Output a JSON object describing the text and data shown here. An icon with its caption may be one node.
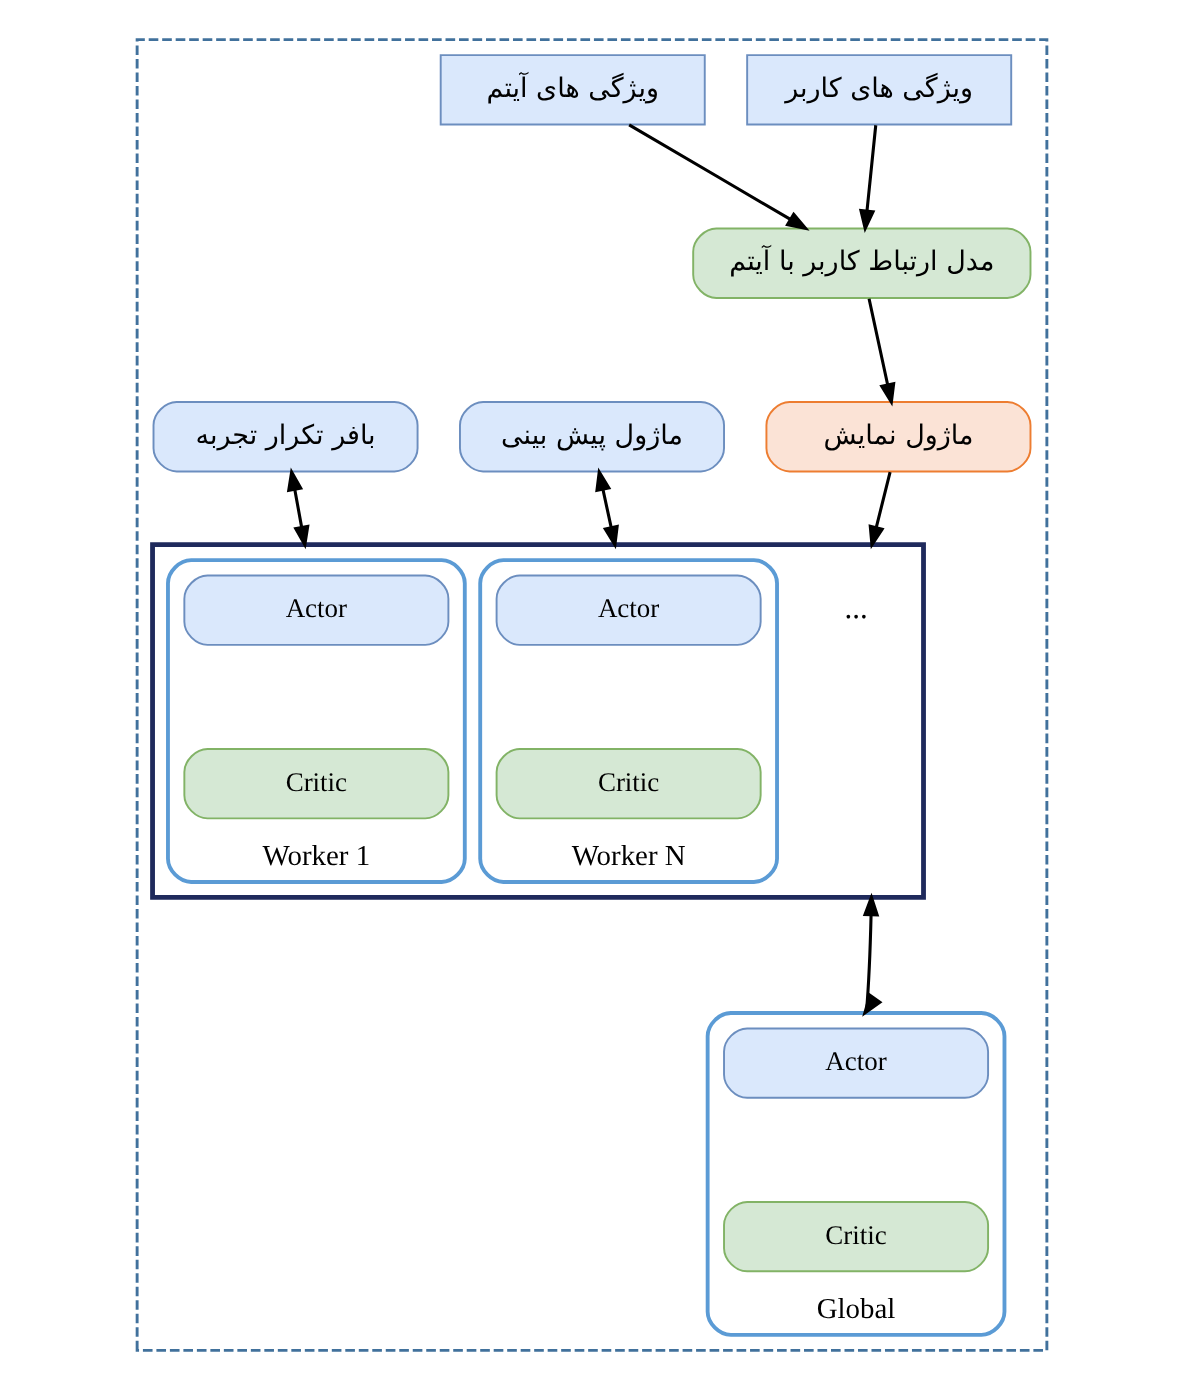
{
  "diagram": {
    "nodes": [
      {
        "text": [],
        "shape": "box"
      },
      {
        "text": [
          "ویژگی های آیتم"
        ],
        "in": 0
      },
      {
        "text": [
          "ویژگی های کاربر"
        ],
        "in": 0
      },
      {
        "text": [
          "مدل ارتباط کاربر با آیتم"
        ],
        "in": 0
      },
      {
        "text": [
          "بافر تکرار تجربه"
        ],
        "in": 0
      },
      {
        "text": [
          "ماژول نمایش"
        ],
        "in": 0
      },
      {
        "text": [
          "ماژول پیش بینی"
        ],
        "in": 0
      },
      {
        "text": [],
        "shape": "box",
        "in": 0
      },
      {
        "text": [
          "Worker 1"
        ],
        "in": 7
      },
      {
        "text": [
          "Actor"
        ],
        "in": 8
      },
      {
        "text": [
          "Critic"
        ],
        "in": 8
      },
      {
        "text": [
          "..."
        ],
        "in": 7
      },
      {
        "text": [
          "Worker N"
        ],
        "in": 7
      },
      {
        "text": [
          "Actor"
        ],
        "in": 12
      },
      {
        "text": [
          "Critic"
        ],
        "in": 12
      },
      {
        "text": [
          "Global"
        ],
        "in": 0
      },
      {
        "text": [
          "Actor"
        ],
        "in": 15
      },
      {
        "text": [
          "Critic"
        ],
        "in": 15
      }
    ],
    "edges": [
      {
        "from": 1,
        "to": 3,
        "arrow": "to"
      },
      {
        "from": 2,
        "to": 3,
        "arrow": "to"
      },
      {
        "from": 3,
        "to": 5,
        "arrow": "to"
      },
      {
        "from": 4,
        "to": 7,
        "arrow": "both"
      },
      {
        "from": 5,
        "to": 7,
        "arrow": "to"
      },
      {
        "from": 6,
        "to": 7,
        "arrow": "both"
      },
      {
        "from": 7,
        "to": 15,
        "arrow": "both"
      }
    ]
  }
}
